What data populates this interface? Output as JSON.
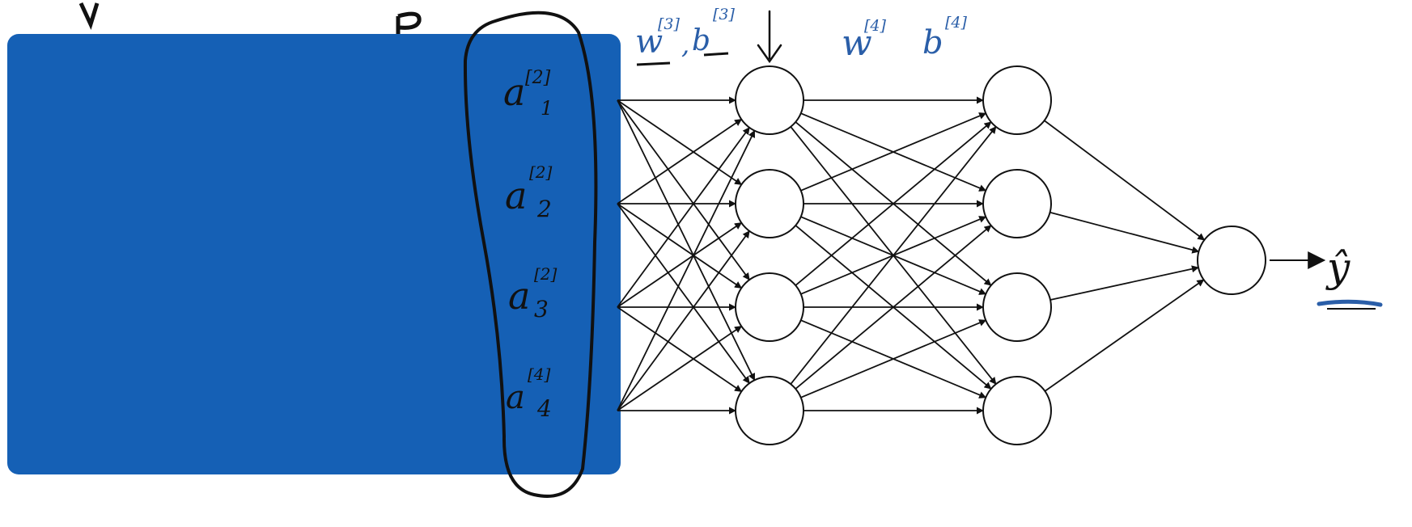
{
  "colors": {
    "panel": "#1560b5",
    "ink": "#111111",
    "annotation": "#2a5ea8",
    "node_fill": "#ffffff"
  },
  "network": {
    "layer_sizes": [
      4,
      4,
      4,
      1
    ],
    "output_label": "ŷ"
  },
  "activations": [
    {
      "base": "a",
      "sup": "[2]",
      "sub": "1"
    },
    {
      "base": "a",
      "sup": "[2]",
      "sub": "2"
    },
    {
      "base": "a",
      "sup": "[2]",
      "sub": "3"
    },
    {
      "base": "a",
      "sup": "[4]",
      "sub": "4"
    }
  ],
  "annotations": {
    "w3": "w",
    "w3_sup": "[3]",
    "comma": ",",
    "b3": "b",
    "b3_sup": "[3]",
    "w4": "w",
    "w4_sup": "[4]",
    "b4": "b",
    "b4_sup": "[4]"
  }
}
